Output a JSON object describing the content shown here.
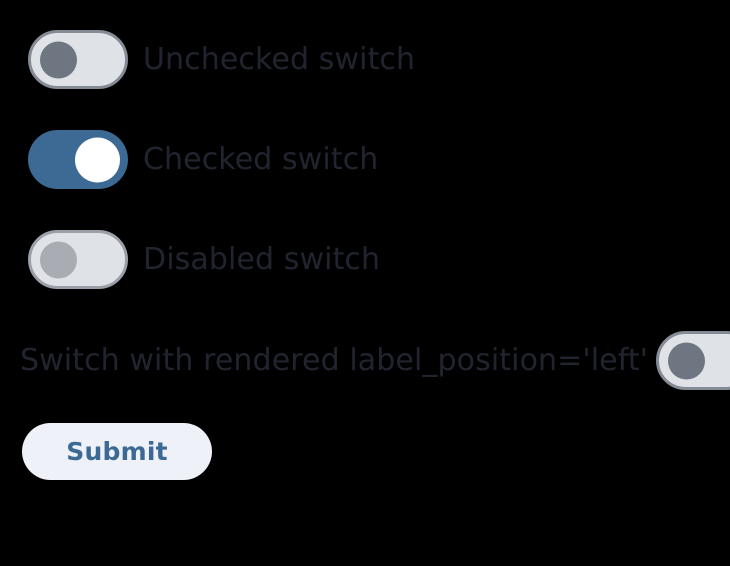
{
  "page": {
    "background_color": "#000000",
    "label_color": "#21242e"
  },
  "switches": [
    {
      "name": "unchecked-switch",
      "label": "Unchecked switch",
      "state": "off",
      "checked": false,
      "disabled": false,
      "label_position": "right",
      "track_color": "#dfe2e6",
      "border_color": "#858b94",
      "thumb_color": "#6e7681"
    },
    {
      "name": "checked-switch",
      "label": "Checked switch",
      "state": "on",
      "checked": true,
      "disabled": false,
      "label_position": "right",
      "track_color": "#3d6a95",
      "border_color": "#3d6a95",
      "thumb_color": "#ffffff"
    },
    {
      "name": "disabled-switch",
      "label": "Disabled switch",
      "state": "disabled",
      "checked": false,
      "disabled": true,
      "label_position": "right",
      "track_color": "#dfe2e6",
      "border_color": "#9ba0a8",
      "thumb_color": "#a9adb3"
    },
    {
      "name": "label-left-switch",
      "label": "Switch with rendered label_position='left'",
      "state": "off",
      "checked": false,
      "disabled": false,
      "label_position": "left",
      "track_color": "#dfe2e6",
      "border_color": "#858b94",
      "thumb_color": "#6e7681"
    }
  ],
  "form": {
    "submit_label": "Submit",
    "submit_background": "#eff1f8",
    "submit_text_color": "#3d6a95"
  }
}
